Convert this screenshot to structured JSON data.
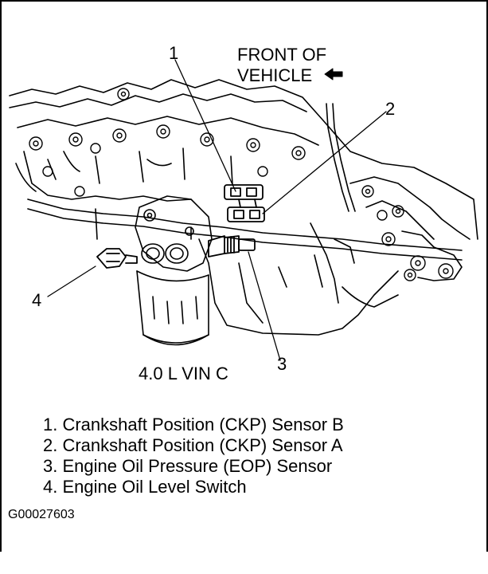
{
  "callouts": {
    "c1": "1",
    "c2": "2",
    "c3": "3",
    "c4": "4"
  },
  "front_label_line1": "FRONT OF",
  "front_label_line2": "VEHICLE",
  "engine_label": "4.0 L VIN C",
  "legend": [
    "1. Crankshaft Position (CKP) Sensor B",
    "2. Crankshaft Position (CKP) Sensor A",
    "3. Engine Oil Pressure (EOP) Sensor",
    "4. Engine Oil Level Switch"
  ],
  "figure_id": "G00027603"
}
